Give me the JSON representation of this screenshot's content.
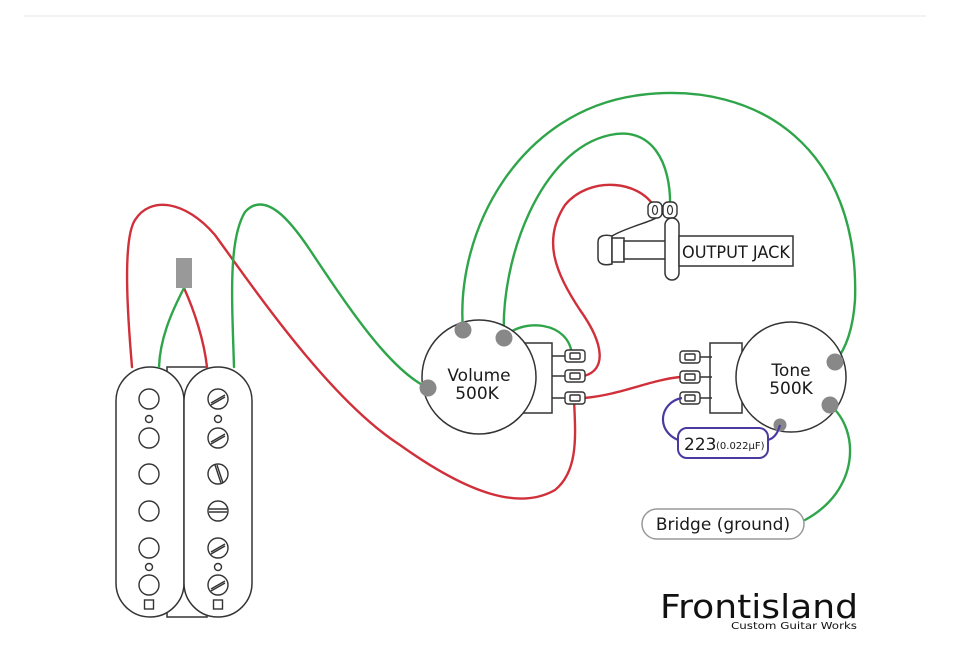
{
  "labels": {
    "volume_name": "Volume",
    "volume_value": "500K",
    "tone_name": "Tone",
    "tone_value": "500K",
    "output_jack": "OUTPUT JACK",
    "capacitor_code": "223",
    "capacitor_value": "(0.022μF)",
    "bridge_ground": "Bridge (ground)"
  },
  "brand": {
    "name": "Frontisland",
    "tagline": "Custom Guitar Works"
  },
  "colors": {
    "hot_wire": "#d0303a",
    "ground_wire": "#2fa54a",
    "capacitor_outline": "#4a3aa0",
    "component_stroke": "#333333",
    "terminal_dot": "#888888",
    "divider": "#eeeeee"
  }
}
